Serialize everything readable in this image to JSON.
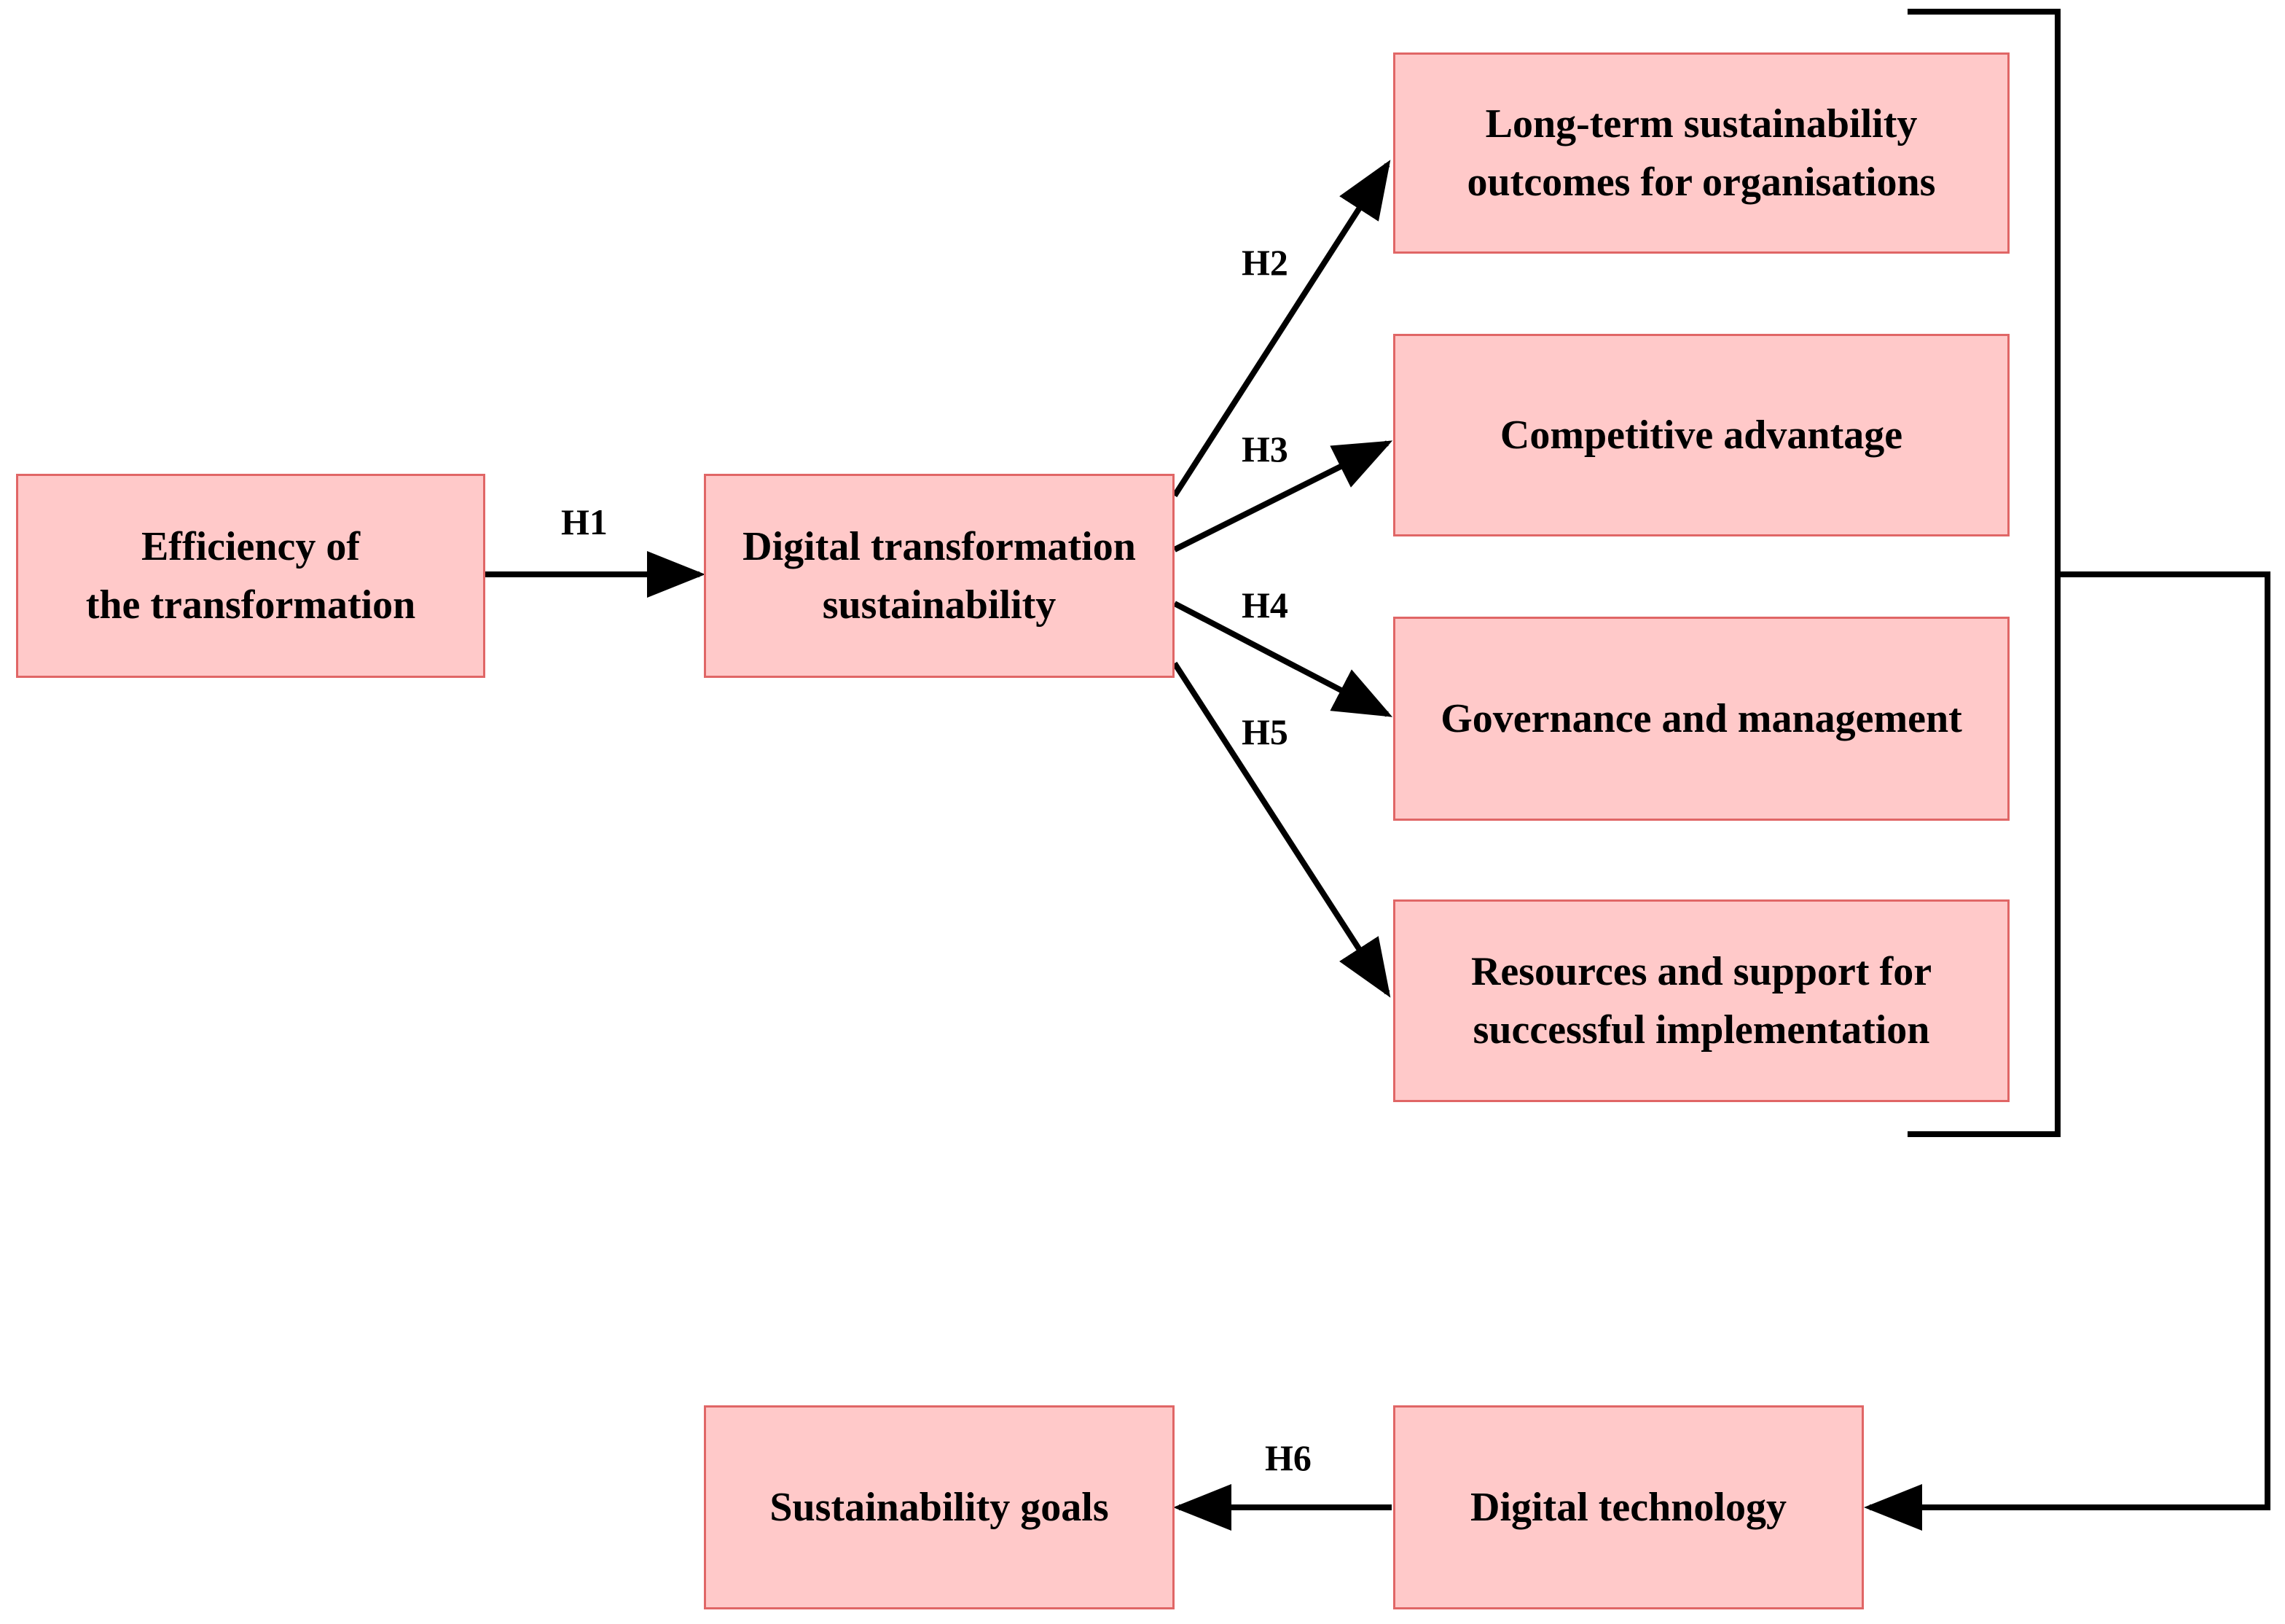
{
  "diagram": {
    "nodes": {
      "efficiency": {
        "label": "Efficiency of\nthe transformation"
      },
      "dts": {
        "label": "Digital transformation\nsustainability"
      },
      "long_term": {
        "label": "Long-term sustainability\noutcomes for organisations"
      },
      "competitive": {
        "label": "Competitive advantage"
      },
      "governance": {
        "label": "Governance and management"
      },
      "resources": {
        "label": "Resources and support for\nsuccessful implementation"
      },
      "digital_tech": {
        "label": "Digital technology"
      },
      "goals": {
        "label": "Sustainability goals"
      }
    },
    "hypotheses": {
      "h1": "H1",
      "h2": "H2",
      "h3": "H3",
      "h4": "H4",
      "h5": "H5",
      "h6": "H6"
    },
    "edges": [
      {
        "from": "efficiency",
        "to": "dts",
        "label": "H1"
      },
      {
        "from": "dts",
        "to": "long_term",
        "label": "H2"
      },
      {
        "from": "dts",
        "to": "competitive",
        "label": "H3"
      },
      {
        "from": "dts",
        "to": "governance",
        "label": "H4"
      },
      {
        "from": "dts",
        "to": "resources",
        "label": "H5"
      },
      {
        "from": "outcome_group",
        "to": "digital_tech",
        "label": ""
      },
      {
        "from": "digital_tech",
        "to": "goals",
        "label": "H6"
      }
    ],
    "colors": {
      "box_fill": "#ffc9c9",
      "box_border": "#e06666",
      "line": "#000000"
    }
  }
}
